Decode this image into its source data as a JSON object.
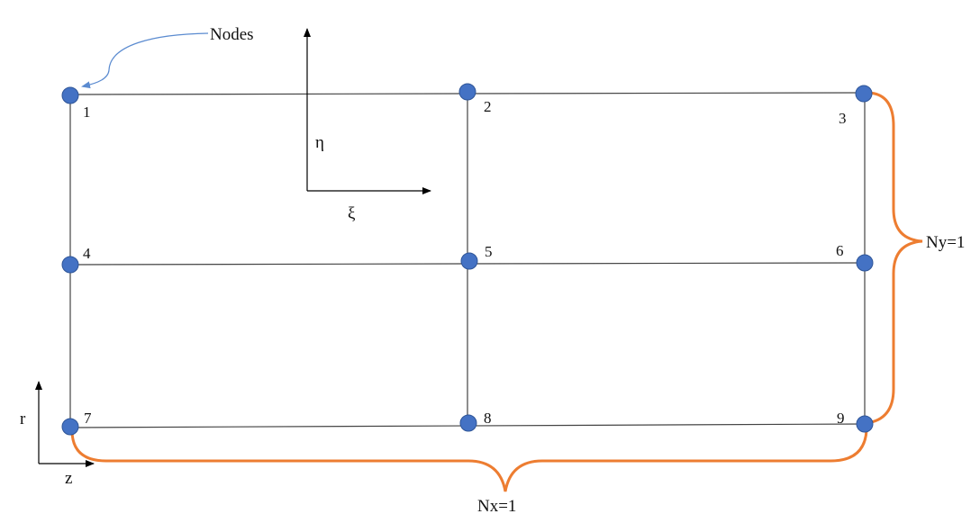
{
  "nodes": [
    {
      "id": "node-1",
      "label": "1"
    },
    {
      "id": "node-2",
      "label": "2"
    },
    {
      "id": "node-3",
      "label": "3"
    },
    {
      "id": "node-4",
      "label": "4"
    },
    {
      "id": "node-5",
      "label": "5"
    },
    {
      "id": "node-6",
      "label": "6"
    },
    {
      "id": "node-7",
      "label": "7"
    },
    {
      "id": "node-8",
      "label": "8"
    },
    {
      "id": "node-9",
      "label": "9"
    }
  ],
  "annotations": {
    "nodes_callout": "Nodes",
    "nx": "Nx=1",
    "ny": "Ny=1"
  },
  "local_axes": {
    "eta": "η",
    "xi": "ξ"
  },
  "global_axes": {
    "r": "r",
    "z": "z"
  },
  "colors": {
    "node_fill": "#4472c4",
    "node_stroke": "#2f5597",
    "brace": "#ed7d31",
    "callout_arrow": "#5b8bd0",
    "mesh_line": "#333333",
    "axis": "#000000"
  }
}
